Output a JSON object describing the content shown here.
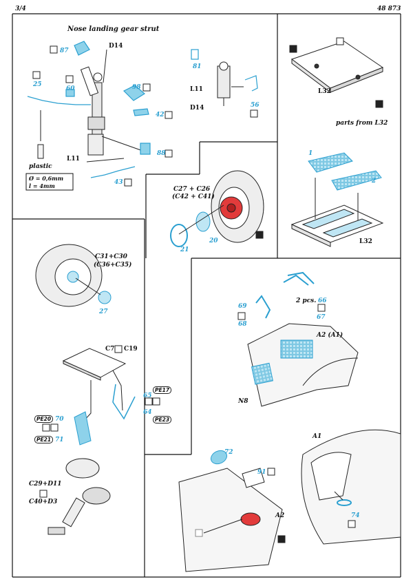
{
  "header": {
    "page": "3/4",
    "code": "48 873"
  },
  "nose": {
    "title": "Nose landing gear strut",
    "refs": [
      "D14",
      "L11",
      "L11",
      "D14"
    ],
    "parts": [
      "87",
      "98",
      "25",
      "60",
      "42",
      "88",
      "43",
      "81",
      "56"
    ],
    "plastic_label": "plastic",
    "rod_specs": [
      "Ø = 0,6mm",
      "l = 4mm"
    ]
  },
  "tray": {
    "ref_top": "L32",
    "parts_from": "parts from L32",
    "ref_bottom": "L32",
    "parts": [
      "1",
      "2"
    ]
  },
  "wheel_front": {
    "ref": "C27 + C26",
    "ref_alt": "(C42 + C41)",
    "parts": [
      "21",
      "20"
    ]
  },
  "wheel_left": {
    "ref": "C31+C30",
    "ref_alt": "(C36+C35)",
    "parts": [
      "27"
    ]
  },
  "strut_bottom": {
    "ref_top": "C7",
    "ref_top2": "C19",
    "ref_bottom": "C29+D11",
    "ref_bottom2": "C40+D3",
    "parts": [
      "70",
      "71",
      "65",
      "64"
    ],
    "pills": [
      "PE17",
      "PE20",
      "PE23",
      "PE21"
    ]
  },
  "cockpit": {
    "qty": "2 pcs.",
    "ref_a": "A2 (A1)",
    "ref_n": "N8",
    "parts": [
      "69",
      "68",
      "66",
      "67"
    ]
  },
  "light": {
    "parts": [
      "72",
      "91"
    ],
    "ref": "A2"
  },
  "a1": {
    "ref": "A1",
    "parts": [
      "74"
    ]
  }
}
